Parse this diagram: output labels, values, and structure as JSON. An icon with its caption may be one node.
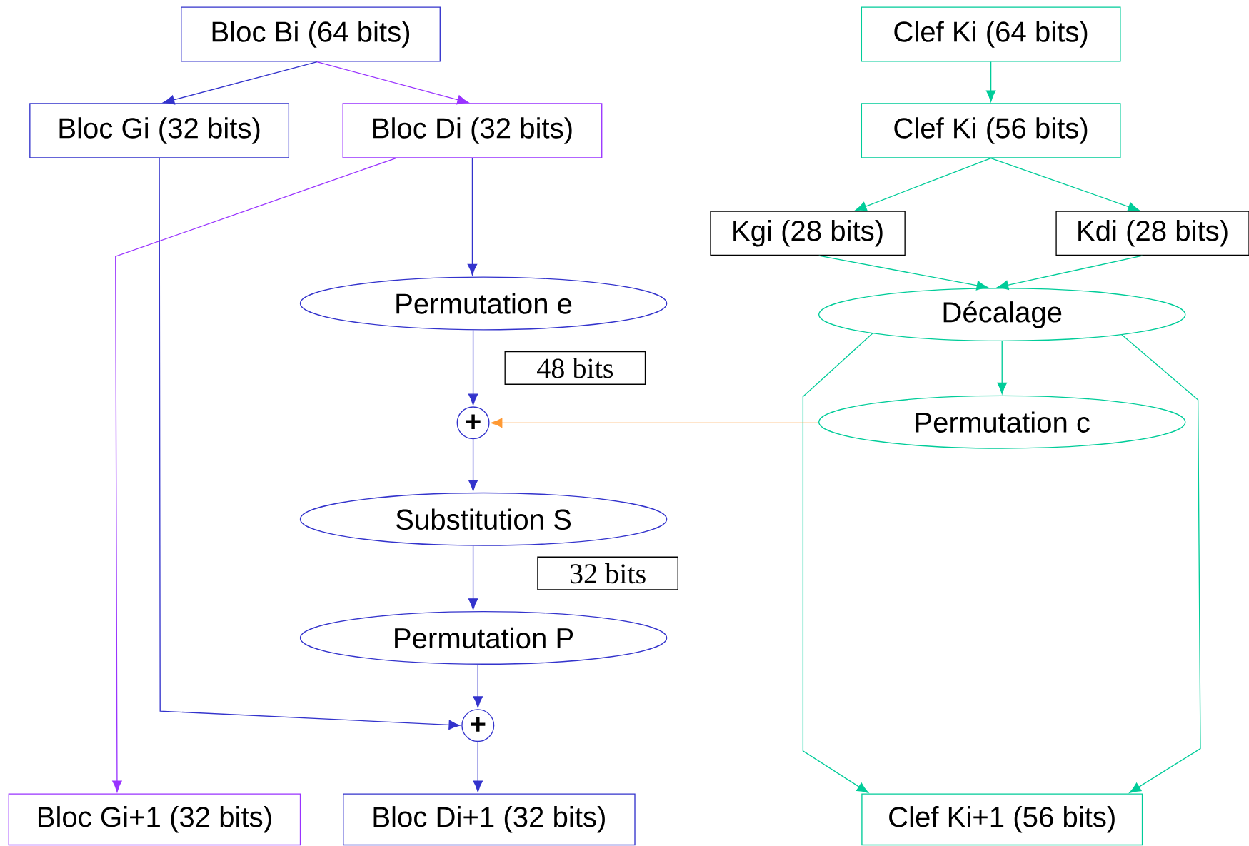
{
  "diagram": {
    "nodes": [
      {
        "text": [
          "Bloc Bi (64 bits)"
        ]
      },
      {
        "text": [
          "Bloc Gi (32 bits)"
        ]
      },
      {
        "text": [
          "Bloc Di (32 bits)"
        ]
      },
      {
        "text": [
          "Permutation e"
        ]
      },
      {
        "text": [
          "+"
        ]
      },
      {
        "text": [
          "Substitution S"
        ]
      },
      {
        "text": [
          "Permutation P"
        ]
      },
      {
        "text": [
          "+"
        ]
      },
      {
        "text": [
          "Bloc Gi+1 (32 bits)"
        ]
      },
      {
        "text": [
          "Bloc Di+1 (32 bits)"
        ]
      },
      {
        "text": [
          "Clef Ki (64 bits)"
        ]
      },
      {
        "text": [
          "Clef Ki (56 bits)"
        ]
      },
      {
        "text": [
          "Kgi (28 bits)"
        ]
      },
      {
        "text": [
          "Kdi (28 bits)"
        ]
      },
      {
        "text": [
          "Décalage"
        ]
      },
      {
        "text": [
          "Permutation c"
        ]
      },
      {
        "text": [
          "Clef Ki+1 (56 bits)"
        ]
      }
    ],
    "edges": [
      {
        "from": 0,
        "to": 1,
        "arrow": "to"
      },
      {
        "from": 0,
        "to": 2,
        "arrow": "to",
        "color": "#9933ff"
      },
      {
        "from": 1,
        "to": 7,
        "arrow": "to"
      },
      {
        "from": 2,
        "to": 3,
        "arrow": "to"
      },
      {
        "from": 3,
        "to": 4,
        "arrow": "to",
        "label": "48 bits"
      },
      {
        "from": 4,
        "to": 5,
        "arrow": "to"
      },
      {
        "from": 5,
        "to": 6,
        "arrow": "to",
        "label": "32 bits"
      },
      {
        "from": 6,
        "to": 7,
        "arrow": "to"
      },
      {
        "from": 7,
        "to": 9,
        "arrow": "to"
      },
      {
        "from": 2,
        "to": 8,
        "arrow": "to",
        "color": "#9933ff"
      },
      {
        "from": 10,
        "to": 11,
        "arrow": "to",
        "color": "#00cc99"
      },
      {
        "from": 11,
        "to": 12,
        "arrow": "to",
        "color": "#00cc99"
      },
      {
        "from": 11,
        "to": 13,
        "arrow": "to",
        "color": "#00cc99"
      },
      {
        "from": 12,
        "to": 14,
        "arrow": "to",
        "color": "#00cc99"
      },
      {
        "from": 13,
        "to": 14,
        "arrow": "to",
        "color": "#00cc99"
      },
      {
        "from": 14,
        "to": 15,
        "arrow": "to",
        "color": "#00cc99"
      },
      {
        "from": 14,
        "to": 16,
        "arrow": "to",
        "color": "#00cc99"
      },
      {
        "from": 14,
        "to": 16,
        "arrow": "to",
        "color": "#00cc99"
      },
      {
        "from": 15,
        "to": 4,
        "arrow": "to",
        "color": "#ff9933"
      }
    ]
  }
}
